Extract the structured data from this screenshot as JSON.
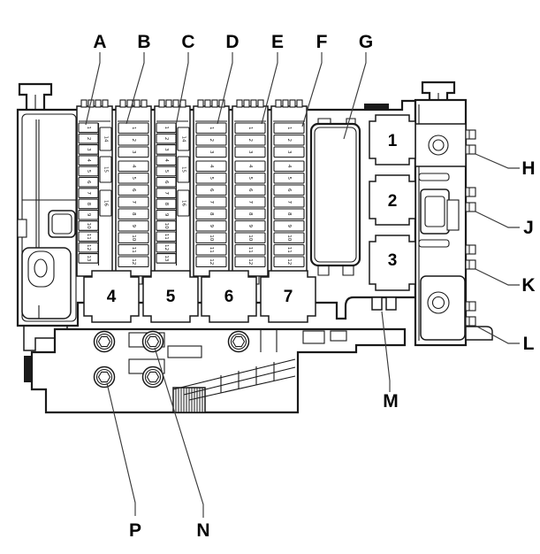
{
  "figure": {
    "kind": "fuse-and-relay-panel-diagram",
    "colors": {
      "line": "#1a1a1a",
      "background": "#ffffff",
      "leader": "#3a3a3a"
    }
  },
  "callouts": {
    "top": [
      "A",
      "B",
      "C",
      "D",
      "E",
      "F",
      "G"
    ],
    "right": [
      "H",
      "J",
      "K",
      "L"
    ],
    "bottom": [
      "M",
      "N",
      "P"
    ]
  },
  "relay_positions": {
    "right_column": [
      "1",
      "2",
      "3"
    ],
    "bottom_row": [
      "4",
      "5",
      "6",
      "7"
    ]
  },
  "fuse_strips": [
    {
      "callout": "A",
      "columns": [
        {
          "fuses": [
            "1",
            "2",
            "3",
            "4",
            "5",
            "6",
            "7",
            "8",
            "9",
            "10",
            "11",
            "12",
            "13"
          ]
        },
        {
          "large": true,
          "fuses": [
            "14",
            "15",
            "16"
          ]
        }
      ]
    },
    {
      "callout": "B",
      "columns": [
        {
          "fuses": [
            "1",
            "2",
            "3",
            "4",
            "5",
            "6",
            "7",
            "8",
            "9",
            "10",
            "11",
            "12"
          ]
        }
      ]
    },
    {
      "callout": "C",
      "columns": [
        {
          "fuses": [
            "1",
            "2",
            "3",
            "4",
            "5",
            "6",
            "7",
            "8",
            "9",
            "10",
            "11",
            "12",
            "13"
          ]
        },
        {
          "large": true,
          "fuses": [
            "14",
            "15",
            "16"
          ]
        }
      ]
    },
    {
      "callout": "D",
      "columns": [
        {
          "fuses": [
            "1",
            "2",
            "3",
            "4",
            "5",
            "6",
            "7",
            "8",
            "9",
            "10",
            "11",
            "12"
          ]
        }
      ]
    },
    {
      "callout": "E",
      "columns": [
        {
          "fuses": [
            "1",
            "2",
            "3",
            "4",
            "5",
            "6",
            "7",
            "8",
            "9",
            "10",
            "11",
            "12"
          ]
        }
      ]
    },
    {
      "callout": "F",
      "columns": [
        {
          "fuses": [
            "1",
            "2",
            "3",
            "4",
            "5",
            "6",
            "7",
            "8",
            "9",
            "10",
            "11",
            "12"
          ]
        }
      ]
    }
  ]
}
